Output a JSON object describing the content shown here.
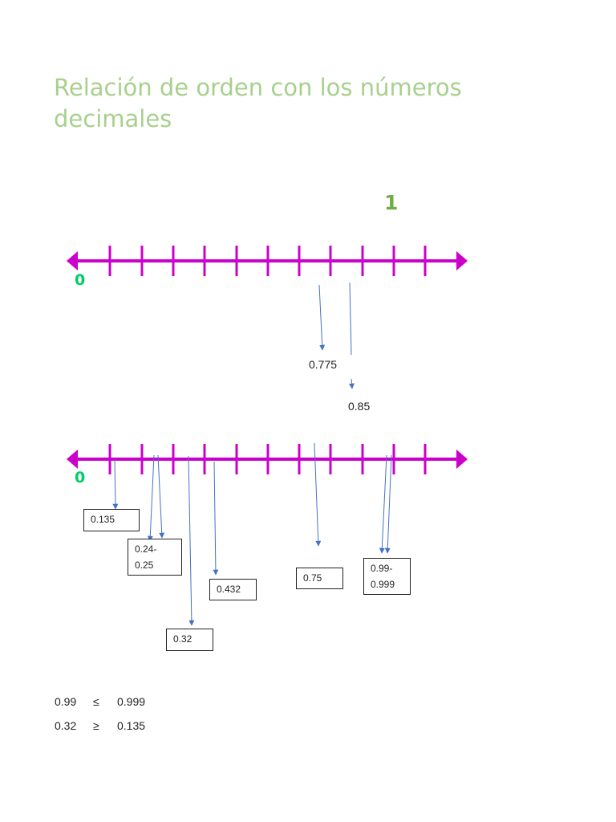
{
  "title": "Relación de orden con los números decimales",
  "top_line": {
    "zero_label": "0",
    "one_label": "1",
    "values": [
      "0.775",
      "0.85"
    ]
  },
  "bottom_line": {
    "zero_label": "0",
    "boxes": [
      "0.135",
      "0.24-\n0.25",
      "0.32",
      "0.432",
      "0.75",
      "0.99-\n0.999"
    ]
  },
  "relations": [
    {
      "a": "0.99",
      "op": "≤",
      "b": "0.999"
    },
    {
      "a": "0.32",
      "op": "≥",
      "b": "0.135"
    }
  ],
  "colors": {
    "title": "#a8d08d",
    "number_line": "#cc00cc",
    "one_label": "#70ad47",
    "zero_label": "#00cc66",
    "arrow": "#4472c4"
  }
}
